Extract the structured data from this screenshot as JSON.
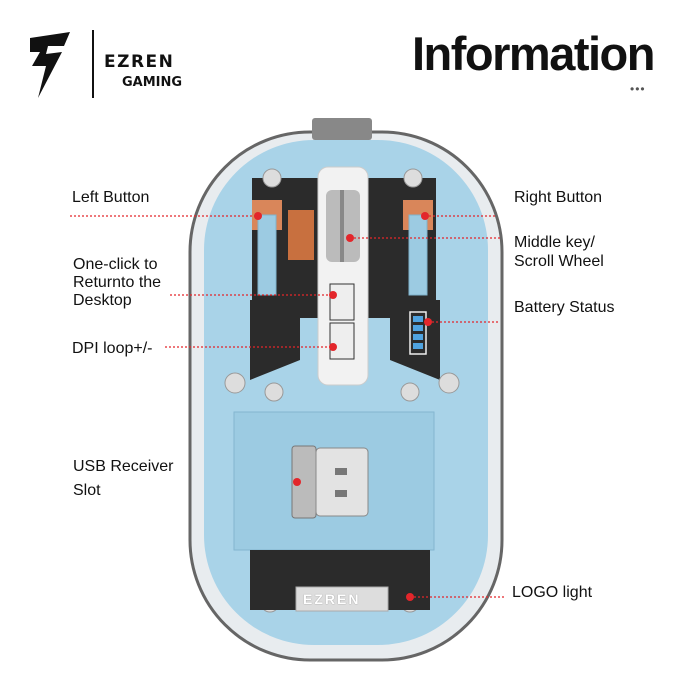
{
  "brand": {
    "name": "EZREN",
    "sub": "GAMING",
    "logo_text": "EZREN"
  },
  "header": {
    "title": "Information",
    "ellipsis": "•••"
  },
  "labels": {
    "left_button": "Left Button",
    "right_button": "Right Button",
    "middle_key_1": "Middle key/",
    "middle_key_2": "Scroll Wheel",
    "one_click_1": "One-click to",
    "one_click_2": "Returnto the",
    "one_click_3": "Desktop",
    "battery": "Battery Status",
    "dpi": "DPI loop+/-",
    "usb_1": "USB Receiver",
    "usb_2": "Slot",
    "logo_light": "LOGO light"
  },
  "colors": {
    "accent": "#e3262b",
    "body_blue": "#a9d3e8",
    "pcb": "#2b2b2b",
    "copper": "#d9865a"
  }
}
